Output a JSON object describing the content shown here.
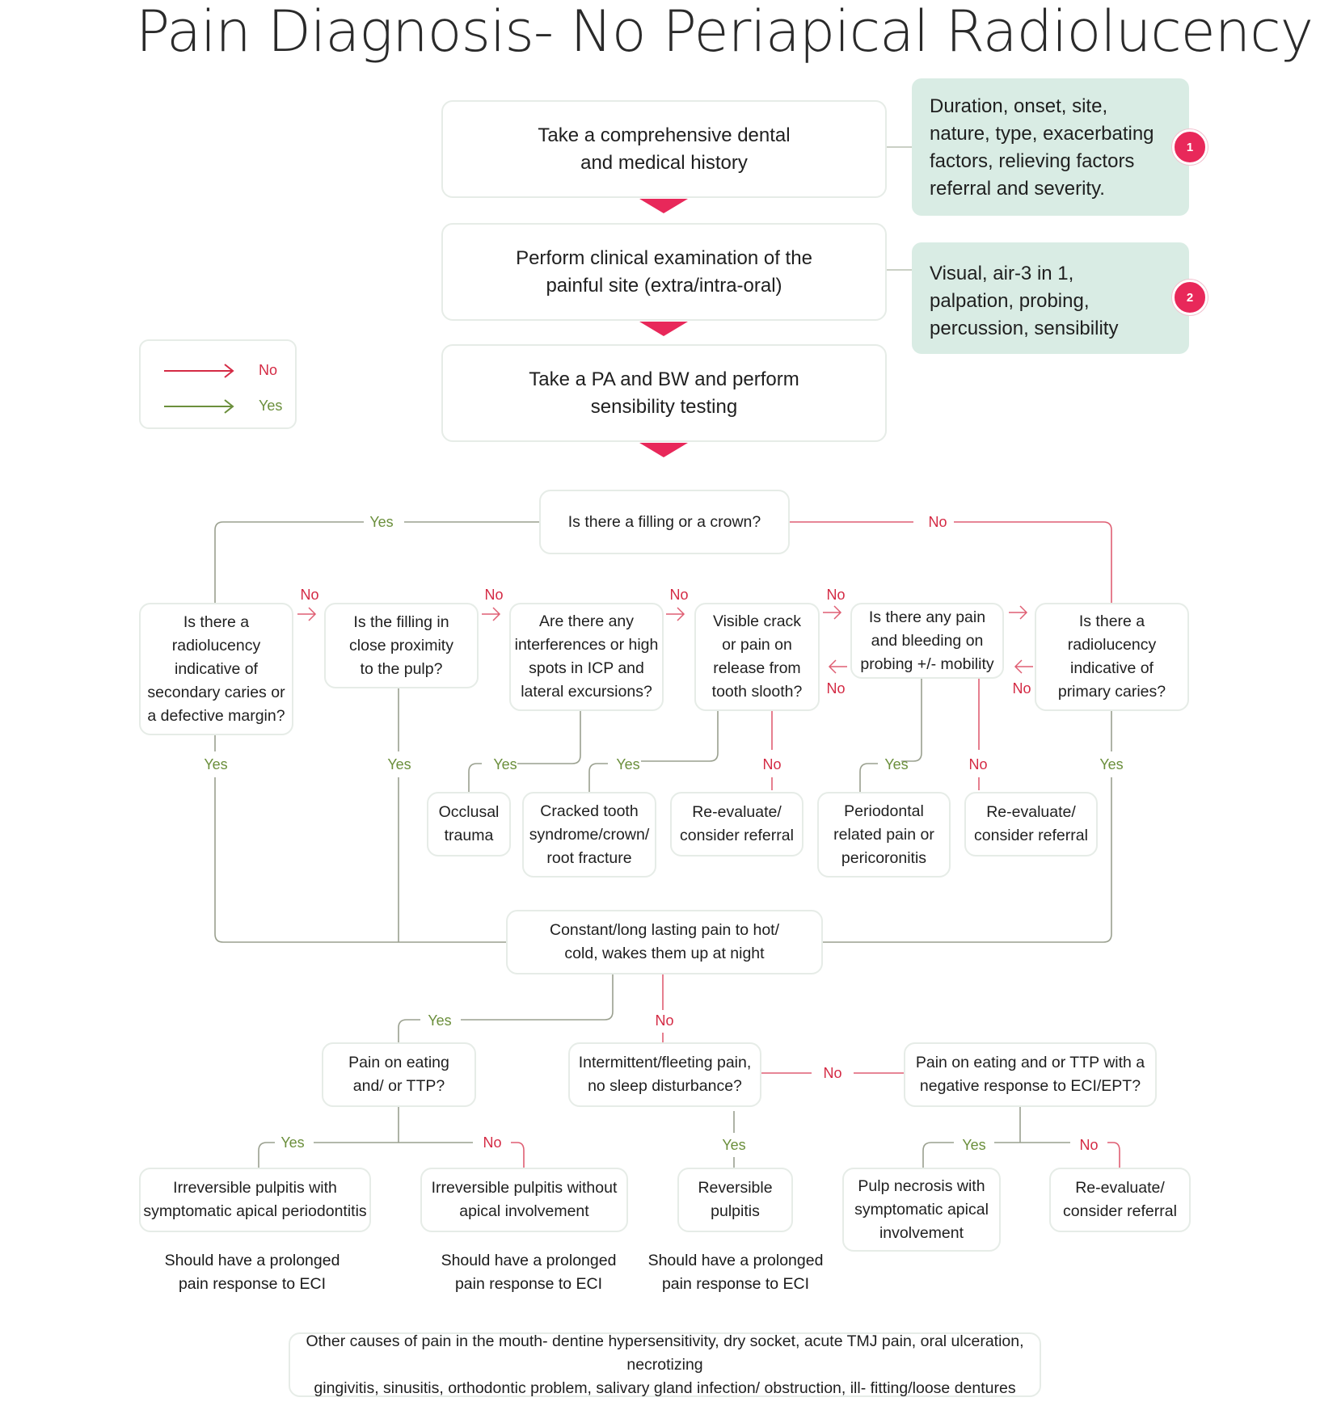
{
  "title": "Pain Diagnosis- No Periapical Radiolucency",
  "legend": {
    "no": "No",
    "yes": "Yes"
  },
  "steps": {
    "history": "Take a comprehensive dental\nand medical history",
    "exam": "Perform clinical examination of the\npainful site (extra/intra-oral)",
    "pa": "Take a PA and BW and perform\nsensibility testing"
  },
  "notes": {
    "n1": {
      "text": "Duration, onset, site,\nnature, type, exacerbating\nfactors, relieving factors\nreferral and severity.",
      "badge": "1"
    },
    "n2": {
      "text": "Visual, air-3 in 1,\npalpation, probing,\npercussion, sensibility",
      "badge": "2"
    }
  },
  "questions": {
    "filling": "Is there a filling or a crown?",
    "q_secondary": "Is there a\nradiolucency\nindicative of\nsecondary caries or\na defective margin?",
    "q_proximity": "Is the filling in\nclose proximity\nto the pulp?",
    "q_interference": "Are there any\ninterferences or high\nspots in ICP and\nlateral excursions?",
    "q_crack": "Visible crack\nor pain on\nrelease from\ntooth slooth?",
    "q_perio": "Is there any pain\nand bleeding on\nprobing +/- mobility",
    "q_primary": "Is there a\nradiolucency\nindicative of\nprimary caries?",
    "constant": "Constant/long lasting pain to hot/\ncold, wakes them up at night",
    "eating": "Pain on eating\nand/ or TTP?",
    "intermittent": "Intermittent/fleeting pain,\nno sleep disturbance?",
    "eci": "Pain on eating and or TTP with a\nnegative response to ECI/EPT?"
  },
  "outcomes": {
    "occlusal": "Occlusal\ntrauma",
    "cracked": "Cracked tooth\nsyndrome/crown/\nroot fracture",
    "reeval1": "Re-evaluate/\nconsider referral",
    "periodontal": "Periodontal\nrelated pain or\npericoronitis",
    "reeval2": "Re-evaluate/\nconsider referral",
    "irrev_sym": "Irreversible pulpitis with\nsymptomatic apical periodontitis",
    "irrev_no": "Irreversible pulpitis without\napical involvement",
    "reversible": "Reversible\npulpitis",
    "necrosis": "Pulp necrosis with\nsymptomatic apical\ninvolvement",
    "reeval3": "Re-evaluate/\nconsider referral"
  },
  "footnotes": {
    "f1": "Should have a prolonged\npain response to ECI",
    "f2": "Should have a prolonged\npain response to ECI",
    "f3": "Should have a prolonged\npain response to ECI"
  },
  "other": "Other causes of pain in the mouth- dentine hypersensitivity, dry socket, acute TMJ pain, oral ulceration, necrotizing\ngingivitis, sinusitis, orthodontic problem, salivary gland infection/ obstruction, ill- fitting/loose dentures",
  "labels": {
    "yes": "Yes",
    "no": "No"
  },
  "colors": {
    "no": "#d42a44",
    "yes": "#6b8f3c",
    "accent": "#e8285a",
    "note_bg": "#d9ece4",
    "border": "#e6ece7"
  }
}
